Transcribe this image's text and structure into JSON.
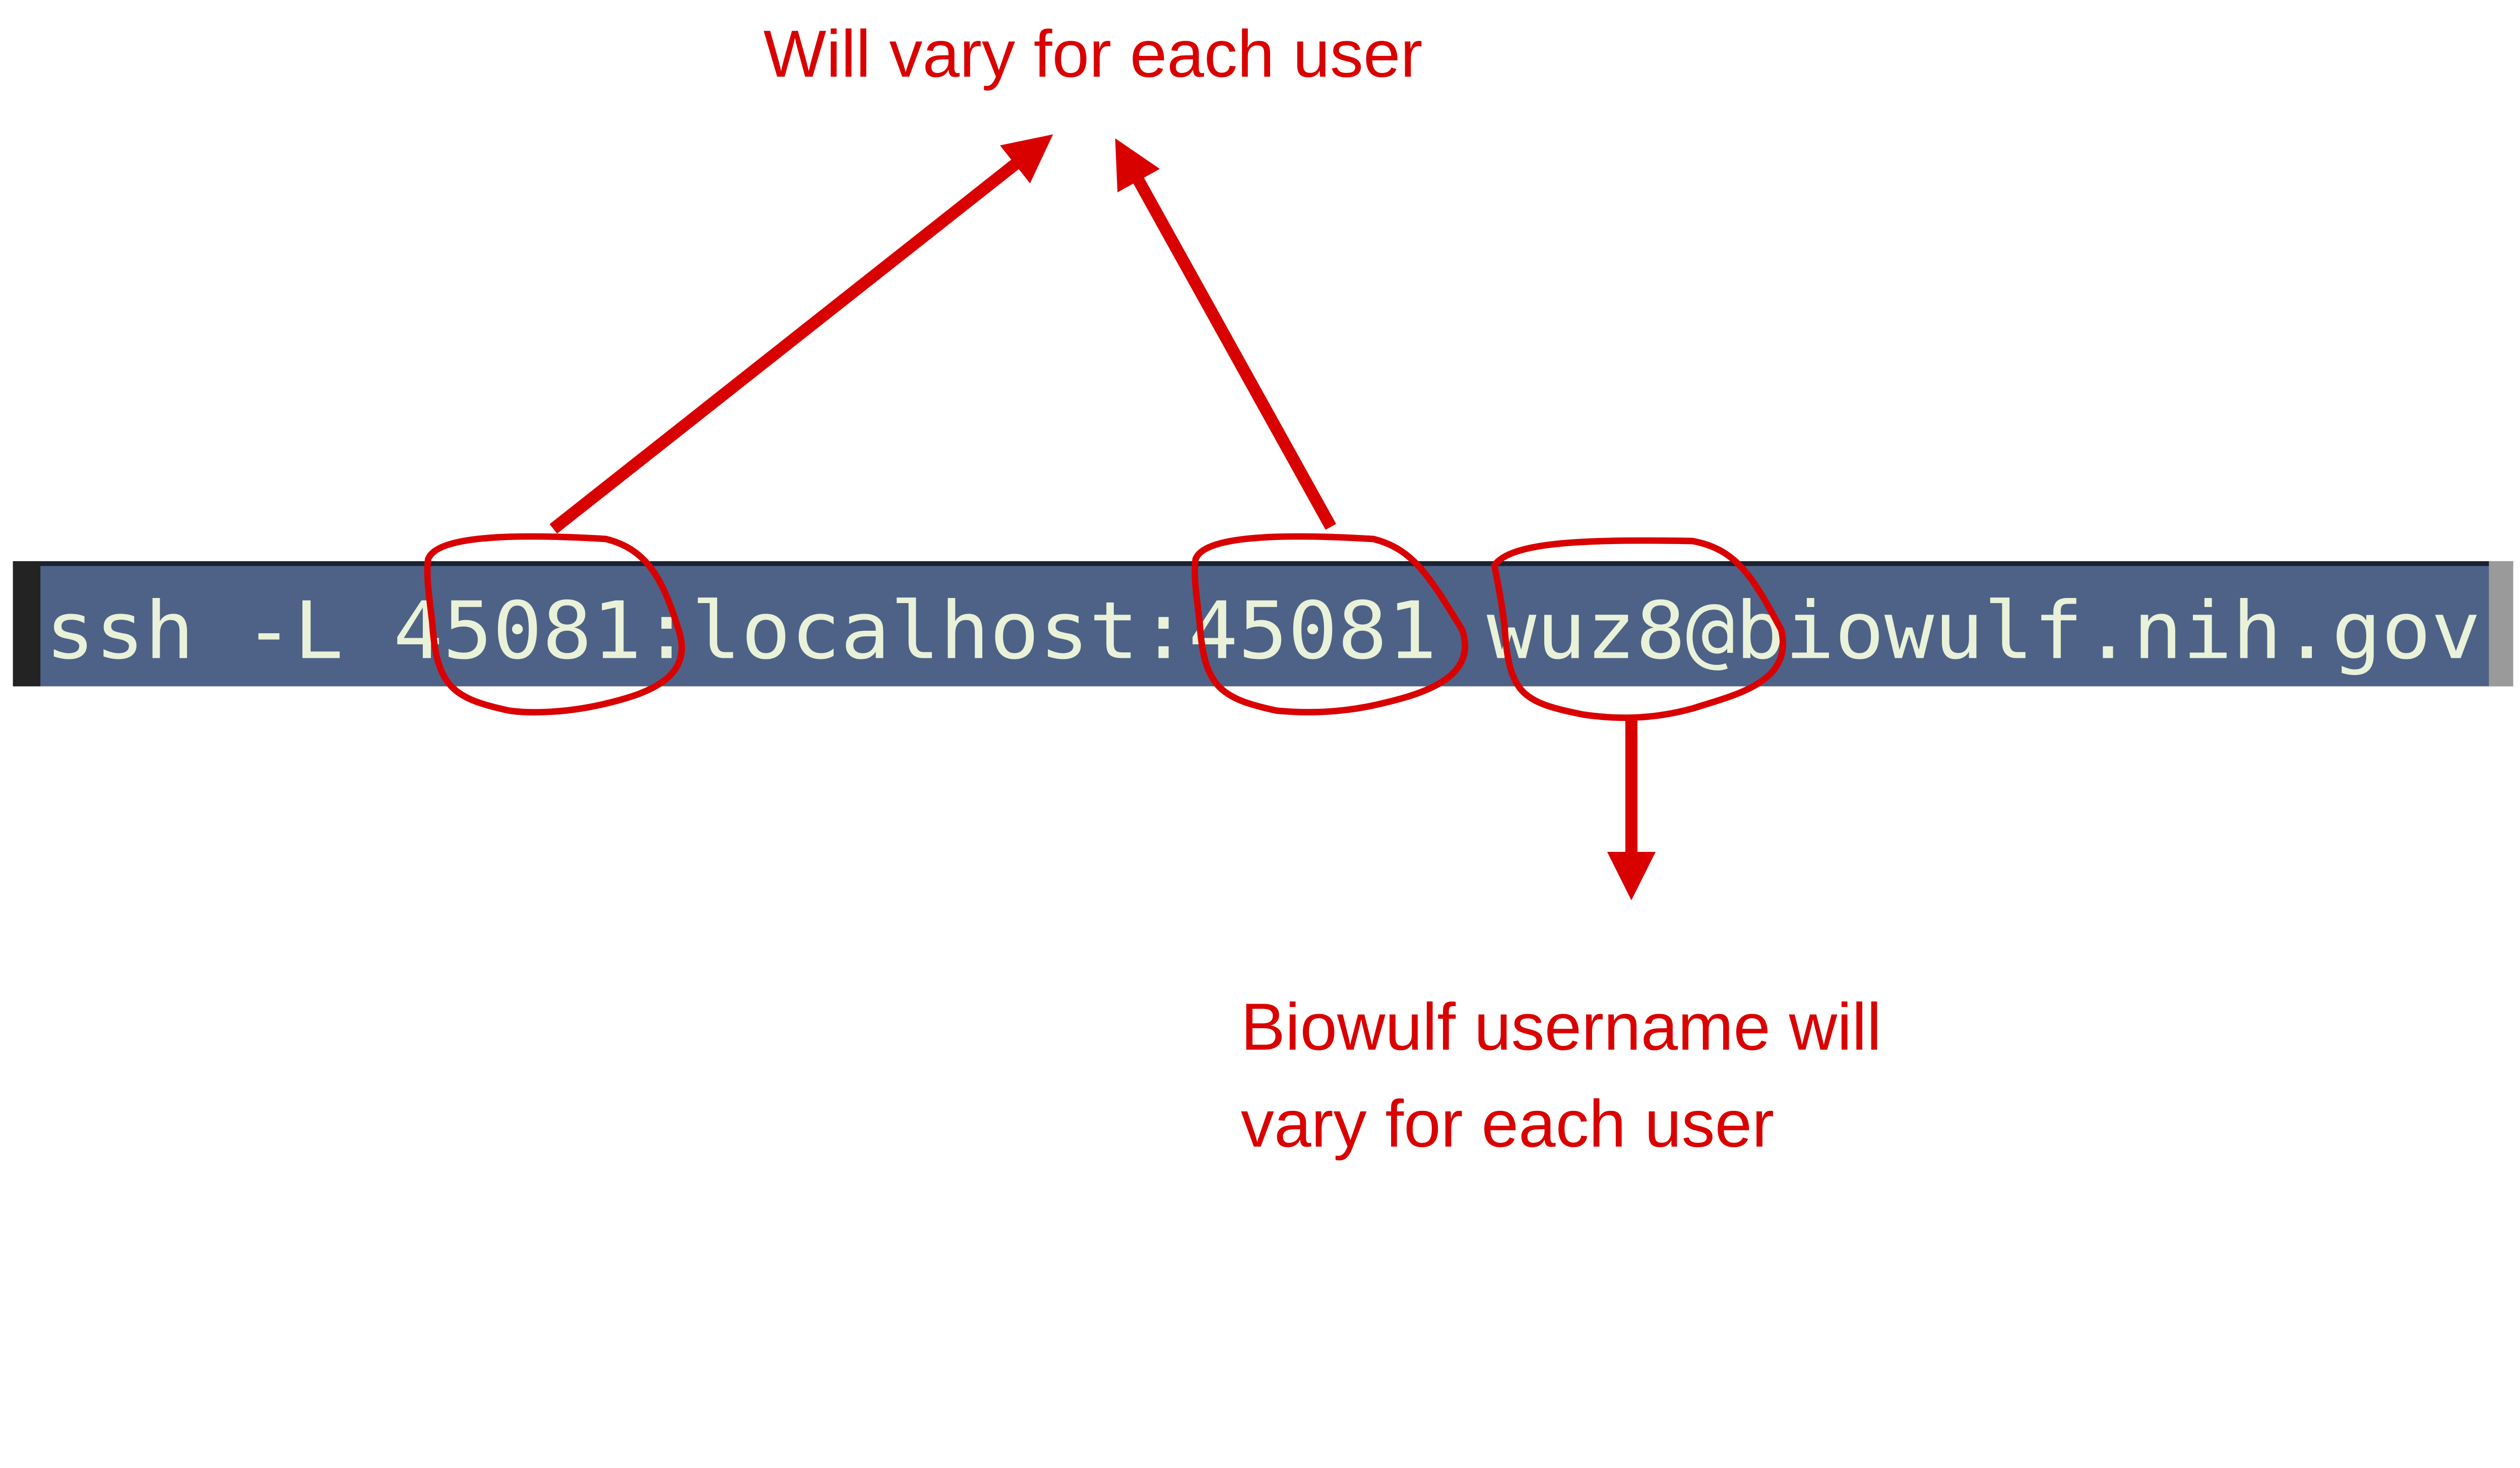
{
  "annotations": {
    "top_label": "Will vary for each user",
    "bottom_label_line1": "Biowulf username will",
    "bottom_label_line2": "vary for each user"
  },
  "terminal": {
    "command": "ssh  -L 45081:localhost:45081 wuz8@biowulf.nih.gov",
    "background_color": "#4e6287",
    "text_color": "#e9f2d9"
  },
  "colors": {
    "annotation": "#d90000"
  }
}
